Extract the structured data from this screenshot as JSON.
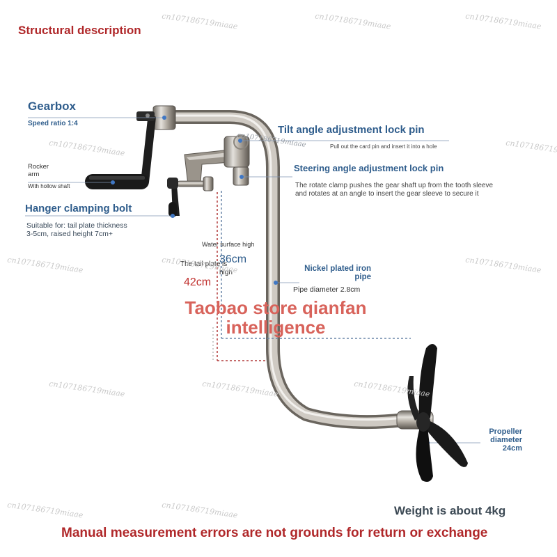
{
  "header": {
    "title": "Structural description"
  },
  "labels": {
    "gearbox": "Gearbox",
    "speed_ratio": "Speed ratio 1:4",
    "rocker_arm_line1": "Rocker",
    "rocker_arm_line2": "arm",
    "hollow_shaft": "With hollow shaft",
    "hanger_bolt": "Hanger clamping bolt",
    "hanger_desc_line1": "Suitable for: tail plate thickness",
    "hanger_desc_line2": "3-5cm, raised height 7cm+",
    "tilt_pin": "Tilt angle adjustment lock pin",
    "tilt_pin_desc": "Pull out the card pin and insert it into a hole",
    "steering_pin": "Steering angle adjustment lock pin",
    "steering_desc_line1": "The rotate clamp pushes the gear shaft up from the tooth sleeve",
    "steering_desc_line2": "and rotates at an angle to insert the gear sleeve to secure it",
    "water_surface": "Water surface high",
    "water_height": "36cm",
    "tail_plate_line1": "The tail plate is",
    "tail_plate_line2": "high",
    "tail_height": "42cm",
    "nickel_line1": "Nickel plated iron",
    "nickel_line2": "pipe",
    "pipe_diameter": "Pipe diameter 2.8cm",
    "propeller_line1": "Propeller",
    "propeller_line2": "diameter",
    "propeller_line3": "24cm",
    "weight": "Weight is about 4kg"
  },
  "store": {
    "line1": "Taobao store qianfan",
    "line2": "intelligence"
  },
  "footer": {
    "notice": "Manual measurement errors are not grounds for return or exchange"
  },
  "watermark": {
    "text": "cn107186719miaae"
  },
  "colors": {
    "title_red": "#b0282a",
    "label_blue": "#2f5d8c",
    "store_red": "#d8635b",
    "steel": "#a8a39a"
  }
}
